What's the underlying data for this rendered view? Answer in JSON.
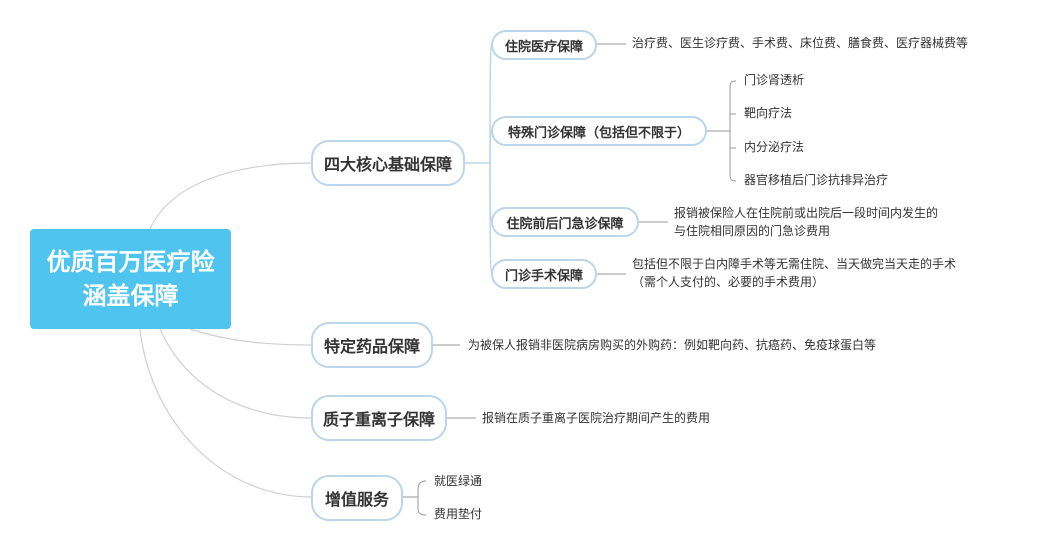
{
  "root": {
    "line1": "优质百万医疗险",
    "line2": "涵盖保障"
  },
  "branches": {
    "core": {
      "label": "四大核心基础保障",
      "children": {
        "inpatient": {
          "label": "住院医疗保障",
          "note": "治疗费、医生诊疗费、手术费、床位费、膳食费、医疗器械费等"
        },
        "special": {
          "label": "特殊门诊保障（包括但不限于）",
          "items": [
            "门诊肾透析",
            "靶向疗法",
            "内分泌疗法",
            "器官移植后门诊抗排异治疗"
          ]
        },
        "prepost": {
          "label": "住院前后门急诊保障",
          "note_line1": "报销被保险人在住院前或出院后一段时间内发生的",
          "note_line2": "与住院相同原因的门急诊费用"
        },
        "surgery": {
          "label": "门诊手术保障",
          "note_line1": "包括但不限于白内障手术等无需住院、当天做完当天走的手术",
          "note_line2": "（需个人支付的、必要的手术费用）"
        }
      }
    },
    "drug": {
      "label": "特定药品保障",
      "note": "为被保人报销非医院病房购买的外购药：例如靶向药、抗癌药、免疫球蛋白等"
    },
    "proton": {
      "label": "质子重离子保障",
      "note": "报销在质子重离子医院治疗期间产生的费用"
    },
    "value": {
      "label": "增值服务",
      "items": [
        "就医绿通",
        "费用垫付"
      ]
    }
  }
}
